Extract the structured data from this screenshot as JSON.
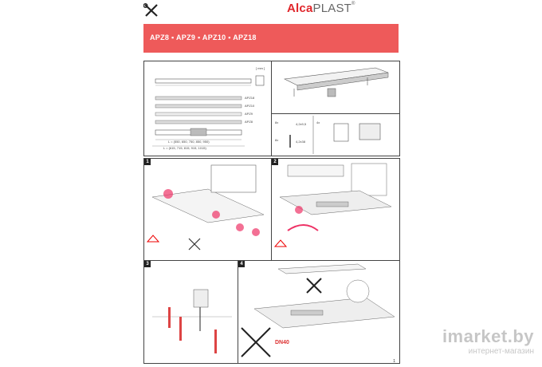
{
  "brand": {
    "prefix": "Alca",
    "suffix": "PLAST"
  },
  "banner": {
    "models": "APZ8 ▪ APZ9 ▪ APZ10 ▪ APZ18"
  },
  "dimensions": {
    "unit_label": "[ mm ]",
    "grate_labels": [
      "APZ18",
      "APZ10",
      "APZ9",
      "APZ8"
    ],
    "length_1": "L = (550, 650, 750, 850, 950)",
    "length_2": "L = (615, 715, 815, 915, 1015)"
  },
  "parts": {
    "count_1": "8x",
    "count_2": "8x",
    "count_3": "4x",
    "screw_1": "4,2x9,5",
    "screw_2": "4,2x38"
  },
  "steps": [
    "1",
    "2",
    "3",
    "4"
  ],
  "step4": {
    "pipe_label": "DN40"
  },
  "page_number": "1",
  "watermark": {
    "main": "imarket.by",
    "sub": "интернет-магазин"
  },
  "colors": {
    "accent": "#ee5a5a",
    "brand_red": "#e0262b"
  }
}
